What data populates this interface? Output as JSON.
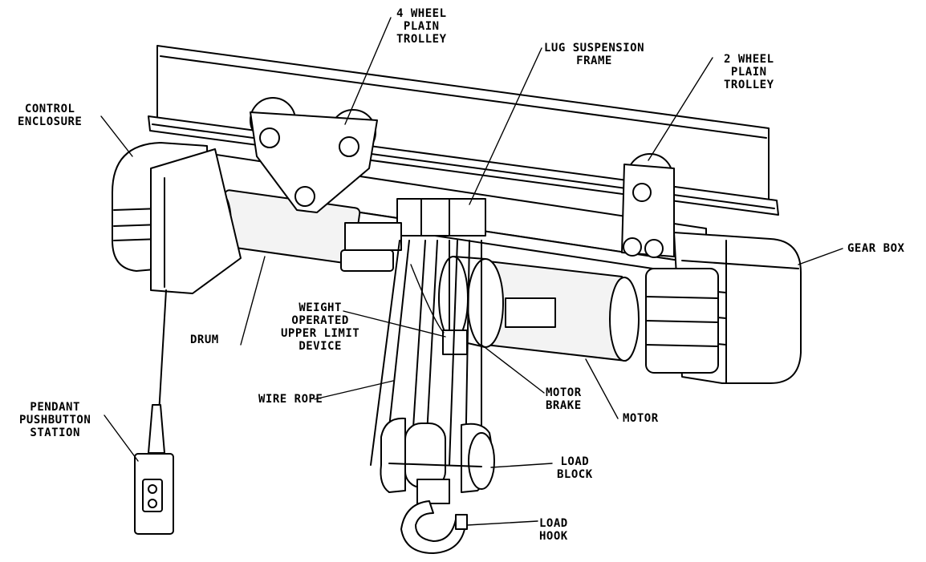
{
  "labels": {
    "four_wheel_trolley": [
      "4 WHEEL",
      "PLAIN",
      "TROLLEY"
    ],
    "lug_suspension_frame": [
      "LUG SUSPENSION",
      "FRAME"
    ],
    "two_wheel_trolley": [
      "2 WHEEL",
      "PLAIN",
      "TROLLEY"
    ],
    "control_enclosure": [
      "CONTROL",
      "ENCLOSURE"
    ],
    "gear_box": [
      "GEAR BOX"
    ],
    "weight_operated_limit": [
      "WEIGHT",
      "OPERATED",
      "UPPER LIMIT",
      "DEVICE"
    ],
    "drum": [
      "DRUM"
    ],
    "wire_rope": [
      "WIRE ROPE"
    ],
    "motor_brake": [
      "MOTOR",
      "BRAKE"
    ],
    "motor": [
      "MOTOR"
    ],
    "pendant_station": [
      "PENDANT",
      "PUSHBUTTON",
      "STATION"
    ],
    "load_block": [
      "LOAD",
      "BLOCK"
    ],
    "load_hook": [
      "LOAD",
      "HOOK"
    ]
  }
}
